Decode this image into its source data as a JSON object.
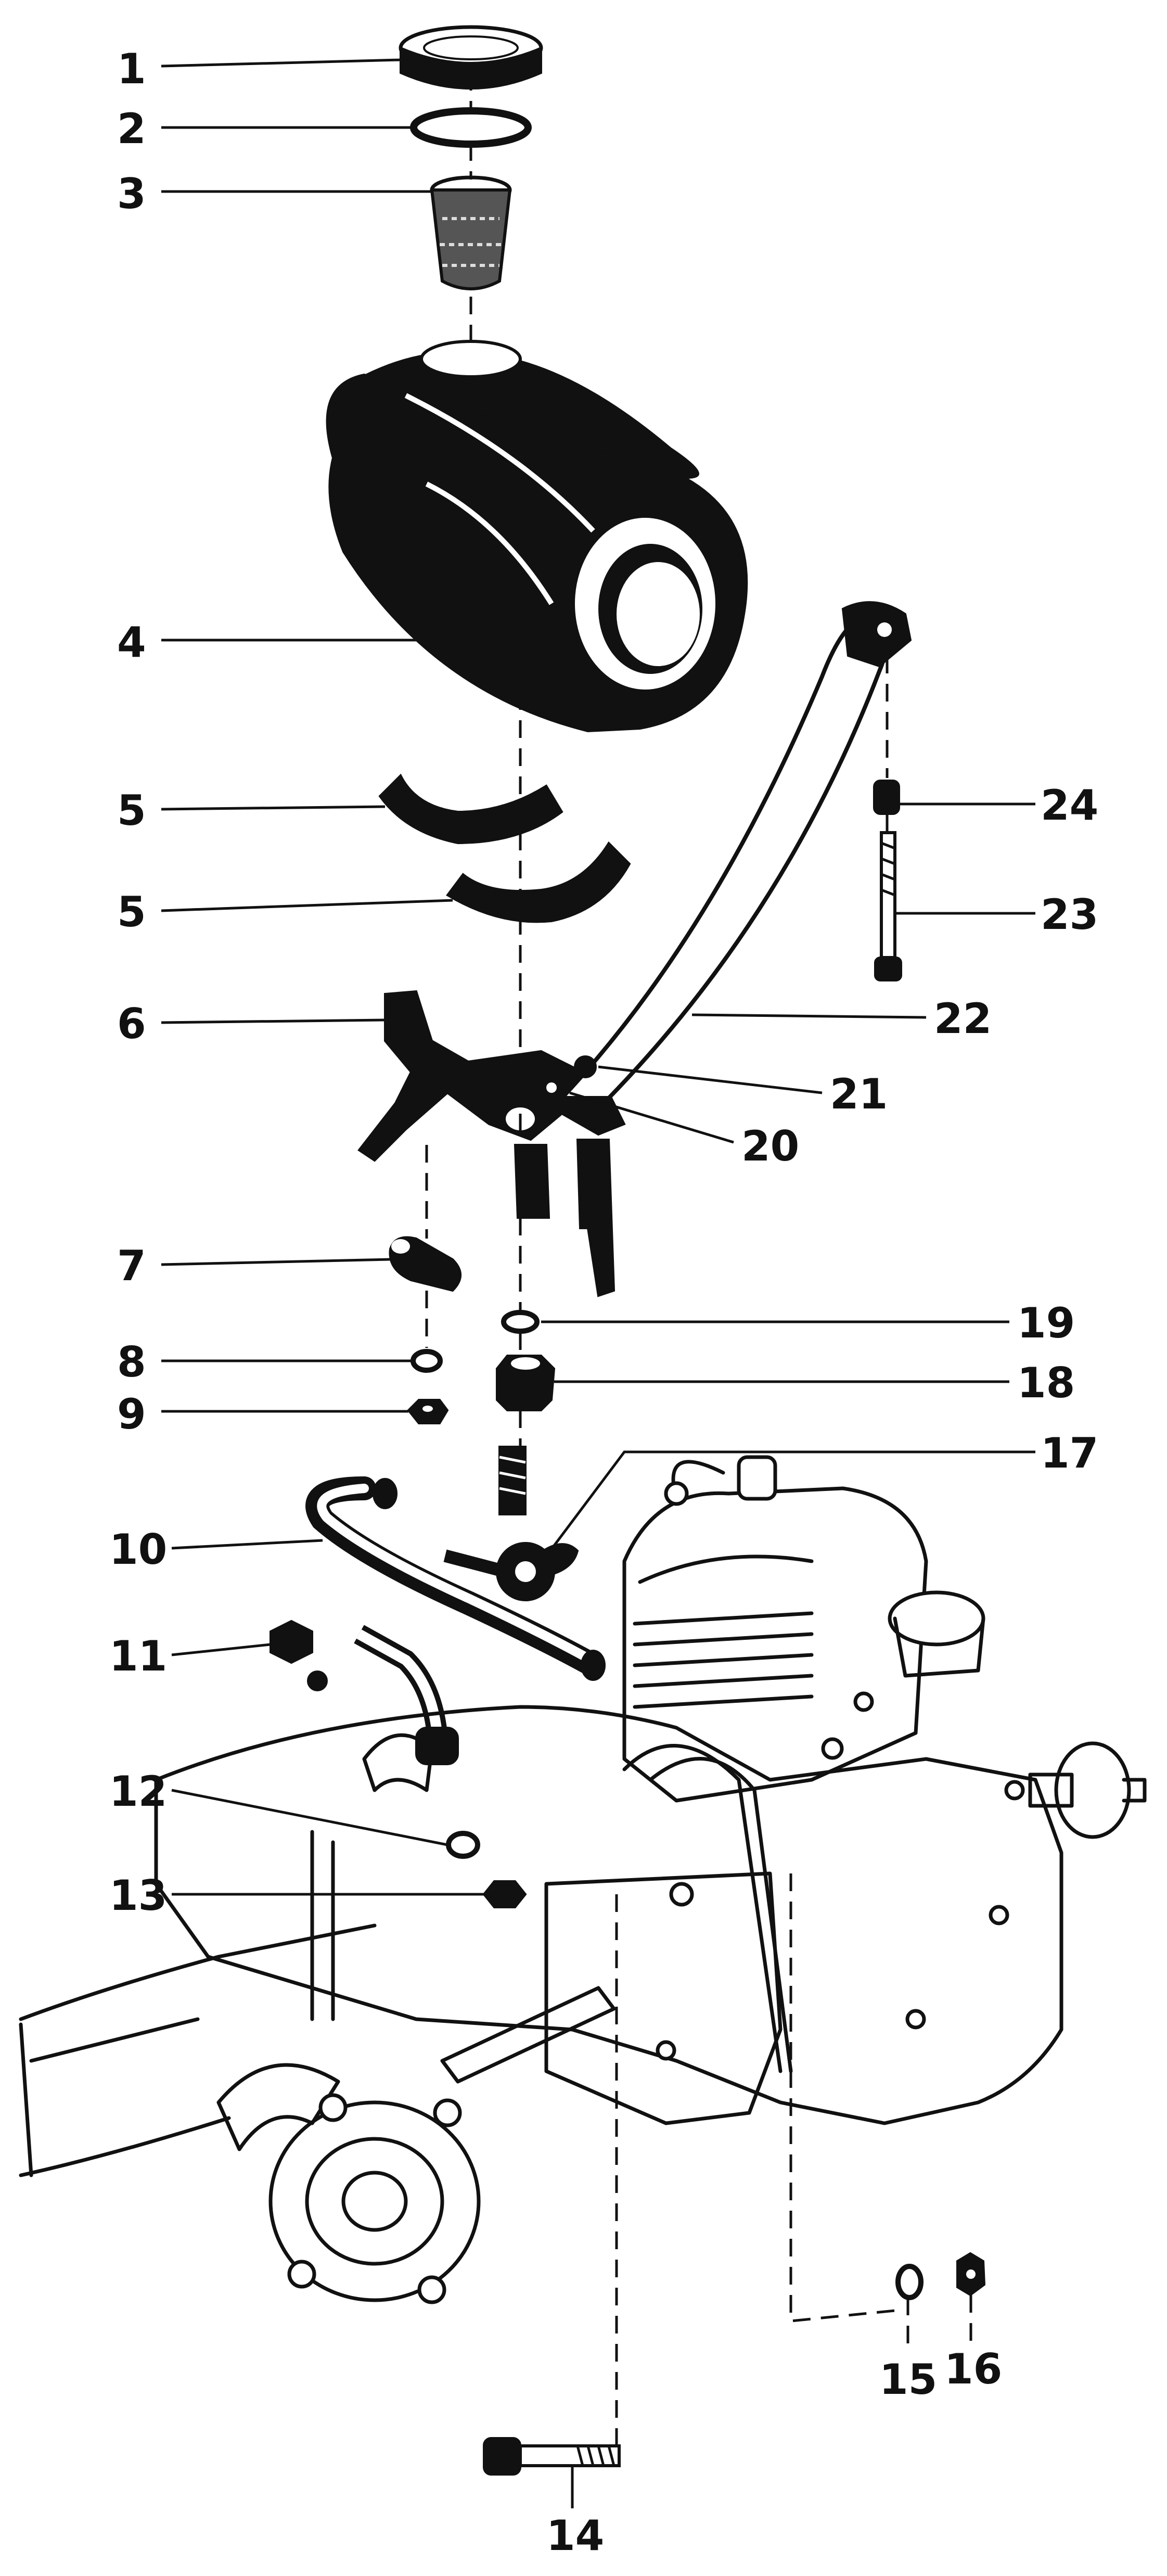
{
  "diagram": {
    "callouts": [
      {
        "id": "1",
        "label": "1"
      },
      {
        "id": "2",
        "label": "2"
      },
      {
        "id": "3",
        "label": "3"
      },
      {
        "id": "4",
        "label": "4"
      },
      {
        "id": "5a",
        "label": "5"
      },
      {
        "id": "5b",
        "label": "5"
      },
      {
        "id": "6",
        "label": "6"
      },
      {
        "id": "7",
        "label": "7"
      },
      {
        "id": "8",
        "label": "8"
      },
      {
        "id": "9",
        "label": "9"
      },
      {
        "id": "10",
        "label": "10"
      },
      {
        "id": "11",
        "label": "11"
      },
      {
        "id": "12",
        "label": "12"
      },
      {
        "id": "13",
        "label": "13"
      },
      {
        "id": "14",
        "label": "14"
      },
      {
        "id": "15",
        "label": "15"
      },
      {
        "id": "16",
        "label": "16"
      },
      {
        "id": "17",
        "label": "17"
      },
      {
        "id": "18",
        "label": "18"
      },
      {
        "id": "19",
        "label": "19"
      },
      {
        "id": "20",
        "label": "20"
      },
      {
        "id": "21",
        "label": "21"
      },
      {
        "id": "22",
        "label": "22"
      },
      {
        "id": "23",
        "label": "23"
      },
      {
        "id": "24",
        "label": "24"
      }
    ]
  }
}
